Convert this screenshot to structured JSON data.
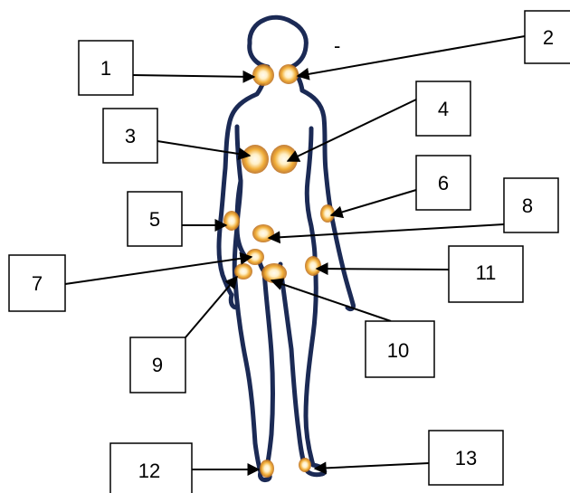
{
  "diagram": {
    "stray_mark": "-",
    "callouts": [
      {
        "id": "1",
        "text": "1"
      },
      {
        "id": "2",
        "text": "2"
      },
      {
        "id": "3",
        "text": "3"
      },
      {
        "id": "4",
        "text": "4"
      },
      {
        "id": "5",
        "text": "5"
      },
      {
        "id": "6",
        "text": "6"
      },
      {
        "id": "7",
        "text": "7"
      },
      {
        "id": "8",
        "text": "8"
      },
      {
        "id": "9",
        "text": "9"
      },
      {
        "id": "10",
        "text": "10"
      },
      {
        "id": "11",
        "text": "11"
      },
      {
        "id": "12",
        "text": "12"
      },
      {
        "id": "13",
        "text": "13"
      }
    ],
    "colors": {
      "outline": "#1b2a55",
      "spot_center": "#fff6d6",
      "spot_mid": "#f2b23a",
      "spot_edge": "#b86a12",
      "box_border": "#000000",
      "arrow": "#000000"
    }
  }
}
